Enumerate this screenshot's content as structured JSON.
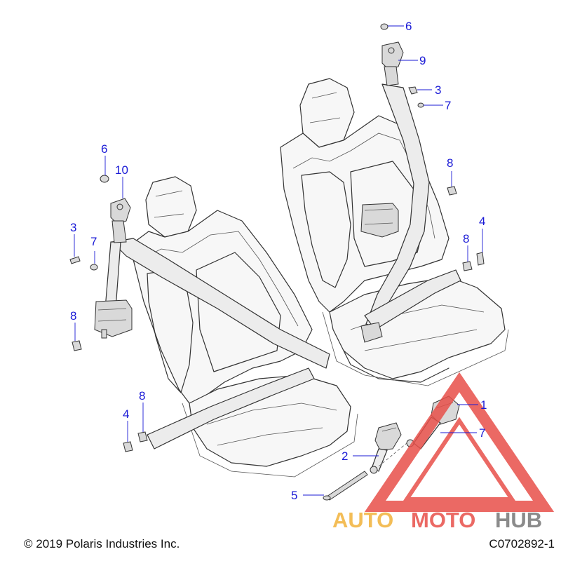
{
  "callouts": [
    {
      "id": "c6a",
      "text": "6"
    },
    {
      "id": "c9",
      "text": "9"
    },
    {
      "id": "c3a",
      "text": "3"
    },
    {
      "id": "c7a",
      "text": "7"
    },
    {
      "id": "c8a",
      "text": "8"
    },
    {
      "id": "c4a",
      "text": "4"
    },
    {
      "id": "c8b",
      "text": "8"
    },
    {
      "id": "c6b",
      "text": "6"
    },
    {
      "id": "c10",
      "text": "10"
    },
    {
      "id": "c3b",
      "text": "3"
    },
    {
      "id": "c7b",
      "text": "7"
    },
    {
      "id": "c8c",
      "text": "8"
    },
    {
      "id": "c8d",
      "text": "8"
    },
    {
      "id": "c4b",
      "text": "4"
    },
    {
      "id": "c1",
      "text": "1"
    },
    {
      "id": "c7c",
      "text": "7"
    },
    {
      "id": "c2",
      "text": "2"
    },
    {
      "id": "c5",
      "text": "5"
    }
  ],
  "footer": {
    "copyright": "© 2019 Polaris Industries Inc.",
    "drawing_number": "C0702892-1"
  },
  "watermark": {
    "part1": "AUTO",
    "part2": "MOTO",
    "part3": "HUB",
    "colors": {
      "auto": "#f2b23a",
      "moto": "#e8504a",
      "hub": "#777777",
      "triangle": "#e8504a"
    }
  },
  "colors": {
    "callout": "#1a1ad6",
    "line": "#333333"
  }
}
